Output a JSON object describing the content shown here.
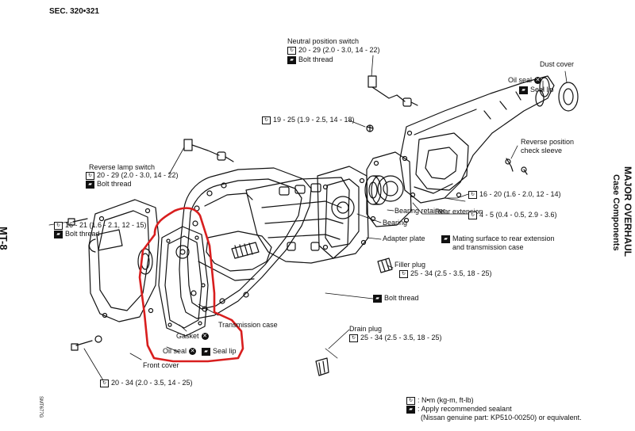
{
  "section": "SEC. 320•321",
  "page_number": "MT-8",
  "figure_code": "SMT677G",
  "side_title": {
    "main": "MAJOR OVERHAUL",
    "sub": "Case Components"
  },
  "labels": {
    "neutral_switch": "Neutral position switch",
    "neutral_torque": "20 - 29 (2.0 - 3.0, 14 - 22)",
    "neutral_thread": "Bolt thread",
    "dust_cover": "Dust cover",
    "oil_seal_top": "Oil seal",
    "seal_lip_top": "Seal lip",
    "bolt_torque_19": "19 - 25 (1.9 - 2.5, 14 - 18)",
    "reverse_lamp": "Reverse lamp switch",
    "reverse_lamp_torque": "20 - 29 (2.0 - 3.0, 14 - 22)",
    "reverse_lamp_thread": "Bolt thread",
    "reverse_sleeve_1": "Reverse position",
    "reverse_sleeve_2": "check sleeve",
    "rear_torque_16": "16 - 20 (1.6 - 2.0, 12 - 14)",
    "rear_extension": "Rear extension",
    "rear_torque_4": "4 - 5 (0.4 - 0.5, 2.9 - 3.6)",
    "bearing_retainer": "Bearing retainer",
    "bearing": "Bearing",
    "adapter_plate": "Adapter plate",
    "mating_1": "Mating surface to rear extension",
    "mating_2": "and transmission case",
    "front_torque": "16 - 21 (1.6 - 2.1, 12 - 15)",
    "front_thread": "Bolt thread",
    "filler_plug": "Filler plug",
    "filler_torque": "25 - 34 (2.5 - 3.5, 18 - 25)",
    "bolt_thread_mid": "Bolt thread",
    "transmission_case": "Transmission case",
    "gasket": "Gasket",
    "oil_seal_bottom": "Oil seal",
    "seal_lip_bottom": "Seal lip",
    "drain_plug": "Drain plug",
    "drain_torque": "25 - 34 (2.5 - 3.5, 18 - 25)",
    "front_cover": "Front cover",
    "front_cover_torque": "20 - 34 (2.0 - 3.5, 14 - 25)"
  },
  "legend": {
    "torque": ": N•m (kg-m, ft-lb)",
    "sealant_1": ": Apply recommended sealant",
    "sealant_2": "(Nissan genuine part: KP510-00250) or equivalent."
  },
  "colors": {
    "ink": "#111111",
    "highlight": "#d81e1e"
  }
}
